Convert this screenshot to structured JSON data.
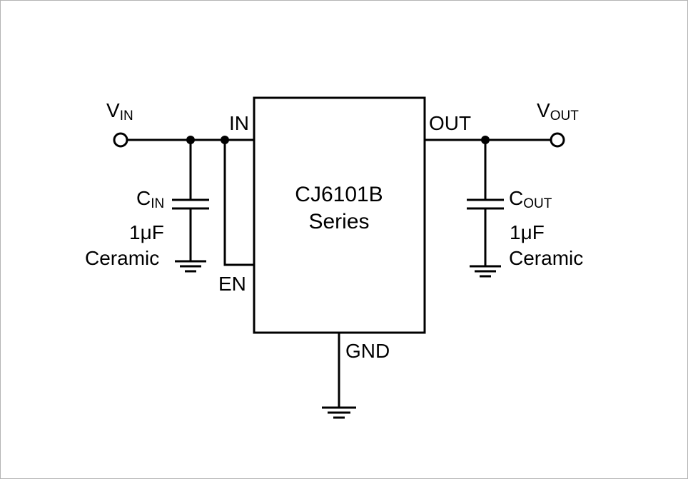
{
  "labels": {
    "vin_main": "V",
    "vin_sub": "IN",
    "vout_main": "V",
    "vout_sub": "OUT",
    "cin_main": "C",
    "cin_sub": "IN",
    "cout_main": "C",
    "cout_sub": "OUT",
    "cin_value": "1μF",
    "cin_type": "Ceramic",
    "cout_value": "1μF",
    "cout_type": "Ceramic"
  },
  "chip": {
    "name": "CJ6101B",
    "series": "Series",
    "pins": {
      "in": "IN",
      "en": "EN",
      "out": "OUT",
      "gnd": "GND"
    }
  }
}
